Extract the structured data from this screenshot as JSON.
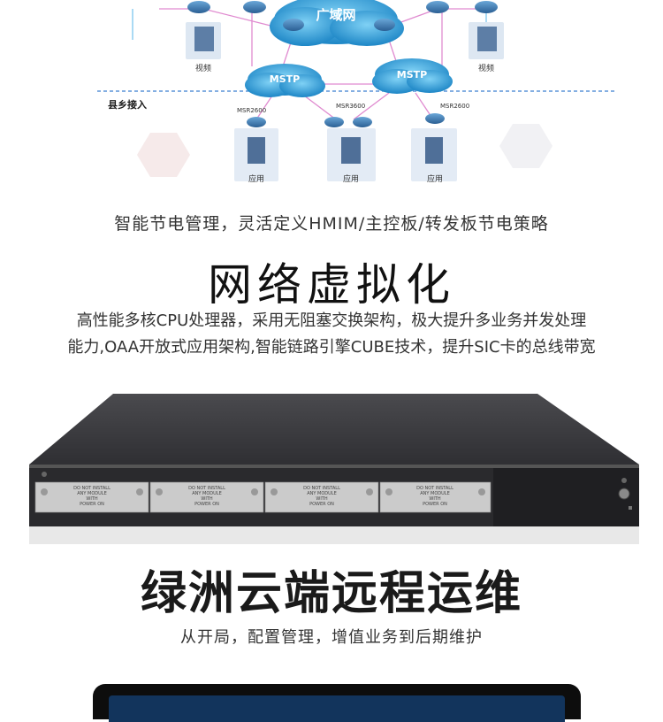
{
  "diagram": {
    "cloud_label": "广域网",
    "mstp_left": "MSTP",
    "mstp_right": "MSTP",
    "zone_label": "县乡接入",
    "video_left": "视频",
    "video_right": "视频",
    "router_left": "MSR2600",
    "router_mid": "MSR3600",
    "router_right": "MSR2600",
    "app_left": "应用",
    "app_mid": "应用",
    "app_right": "应用"
  },
  "section_power": {
    "caption": "智能节电管理，灵活定义HMIM/主控板/转发板节电策略"
  },
  "section_virtual": {
    "heading": "网络虚拟化",
    "line1": "高性能多核CPU处理器，采用无阻塞交换架构，极大提升多业务并发处理",
    "line2": "能力,OAA开放式应用架构,智能链路引擎CUBE技术，提升SIC卡的总线带宽"
  },
  "device": {
    "slots": [
      {
        "line1": "DO NOT INSTALL",
        "line2": "ANY MODULE",
        "line3": "WITH",
        "line4": "POWER ON"
      },
      {
        "line1": "DO NOT INSTALL",
        "line2": "ANY MODULE",
        "line3": "WITH",
        "line4": "POWER ON"
      },
      {
        "line1": "DO NOT INSTALL",
        "line2": "ANY MODULE",
        "line3": "WITH",
        "line4": "POWER ON"
      },
      {
        "line1": "DO NOT INSTALL",
        "line2": "ANY MODULE",
        "line3": "WITH",
        "line4": "POWER ON"
      }
    ]
  },
  "section_cloud": {
    "heading": "绿洲云端远程运维",
    "caption": "从开局，配置管理，增值业务到后期维护"
  },
  "colors": {
    "cloud": "#2f9fd8",
    "device_body": "#3a3a3d",
    "device_front": "#2b2b2e",
    "slot_plate": "#c9c9c9",
    "laptop_screen": "#12345c"
  }
}
